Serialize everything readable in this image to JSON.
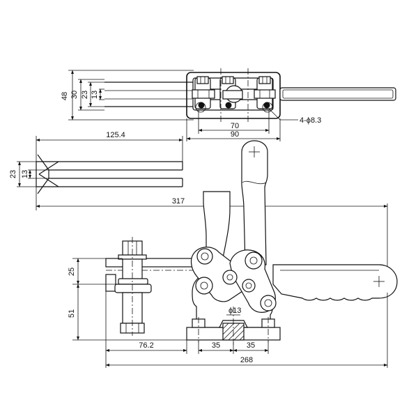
{
  "dimensions": {
    "top_view": {
      "height_48": "48",
      "height_30": "30",
      "height_23": "23",
      "height_13": "13",
      "hole_spacing_70": "70",
      "base_width_90": "90",
      "holes_note": "4-ϕ8.3"
    },
    "spindle_view": {
      "length_125_4": "125.4",
      "height_23": "23",
      "height_13": "13"
    },
    "side_view": {
      "overall_length_317": "317",
      "height_25": "25",
      "height_51": "51",
      "pin_dia": "ϕ13",
      "offset_76_2": "76.2",
      "spacing_left_35": "35",
      "spacing_right_35": "35",
      "base_length_268": "268"
    }
  }
}
